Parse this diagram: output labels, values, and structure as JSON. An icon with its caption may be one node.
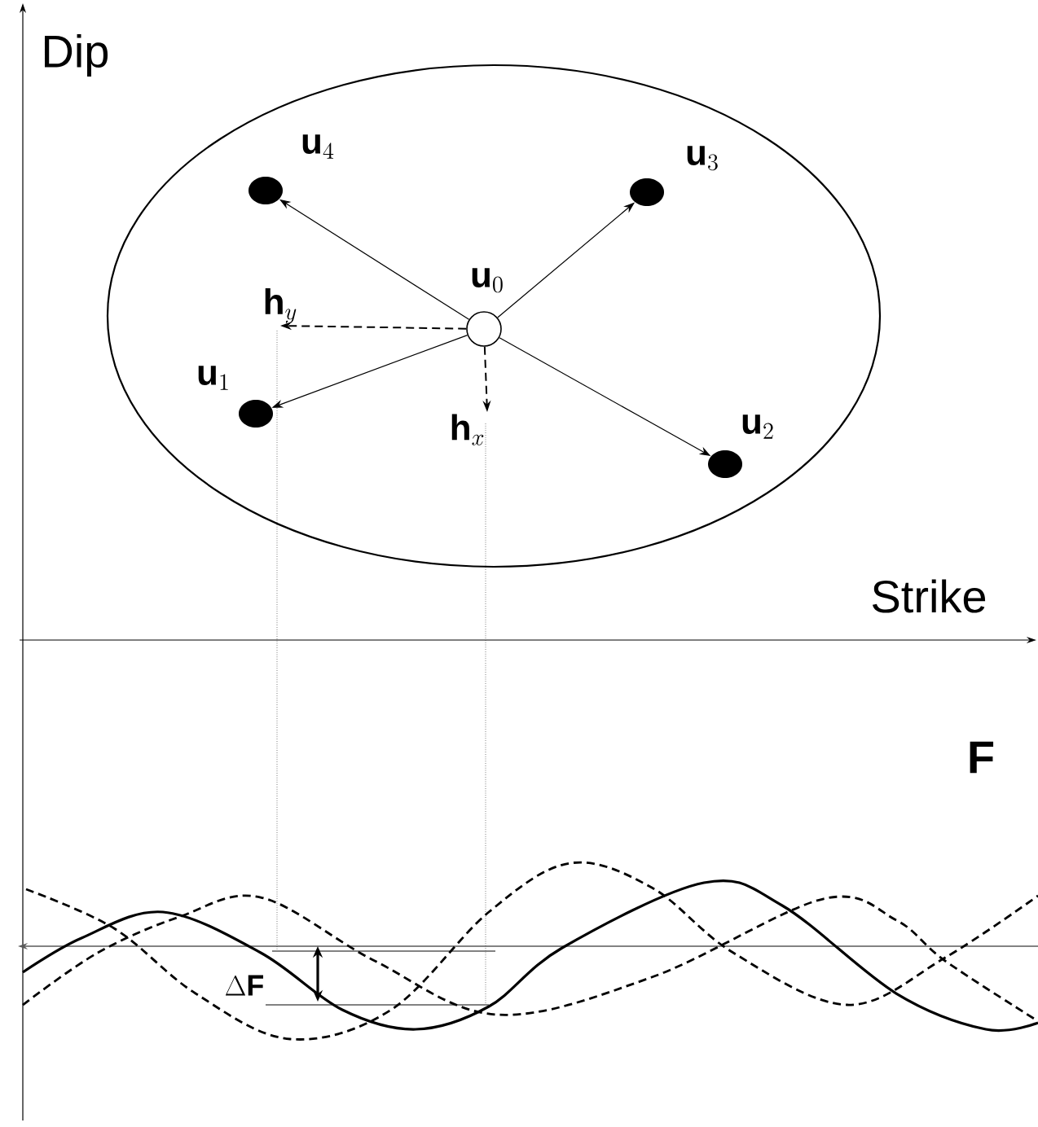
{
  "diagram": {
    "nodes": [
      {
        "text": [],
        "shape": "ellipse"
      },
      {
        "text": [],
        "shape": "circle",
        "in": 0,
        "beside": [
          "\\mathbf{u}_0"
        ]
      },
      {
        "text": [],
        "shape": "dot",
        "in": 0,
        "beside": [
          "\\mathbf{u}_1"
        ]
      },
      {
        "text": [],
        "shape": "dot",
        "in": 0,
        "beside": [
          "\\mathbf{u}_2"
        ]
      },
      {
        "text": [],
        "shape": "dot",
        "in": 0,
        "beside": [
          "\\mathbf{u}_3"
        ]
      },
      {
        "text": [],
        "shape": "dot",
        "in": 0,
        "beside": [
          "\\mathbf{u}_4"
        ]
      },
      {
        "text": [
          "\\mathbf{h}_y"
        ],
        "in": 0
      },
      {
        "text": [
          "\\mathbf{h}_x"
        ],
        "in": 0
      }
    ],
    "edges": [
      {
        "from": 1,
        "to": 5,
        "arrow": "to"
      },
      {
        "from": 1,
        "to": 4,
        "arrow": "to"
      },
      {
        "from": 1,
        "to": 2,
        "arrow": "to"
      },
      {
        "from": 1,
        "to": 3,
        "arrow": "to"
      },
      {
        "from": 1,
        "to": 6,
        "arrow": "to",
        "style": "dashed"
      },
      {
        "from": 1,
        "to": 7,
        "arrow": "to",
        "style": "dashed"
      }
    ],
    "labels": [
      "Dip",
      "Strike",
      "\\mathbf{F}",
      "\\Delta\\mathbf{F}"
    ]
  }
}
